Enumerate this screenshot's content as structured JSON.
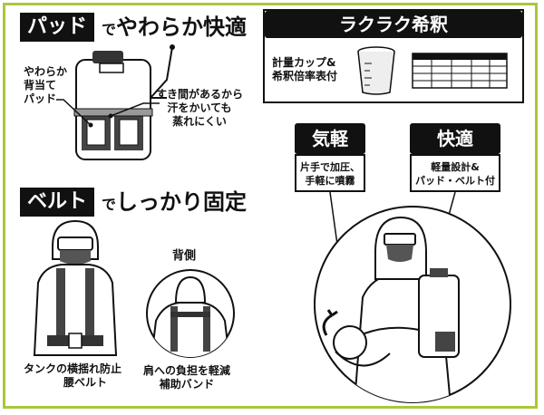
{
  "pad_section": {
    "tag": "パッド",
    "de": "で",
    "headline": "やわらか快適",
    "label_left": [
      "やわらか",
      "背当て",
      "パッド"
    ],
    "label_right": [
      "すき間があるから",
      "汗をかいても",
      "蒸れにくい"
    ]
  },
  "belt_section": {
    "tag": "ベルト",
    "de": "で",
    "headline": "しっかり固定",
    "back_label": "背側",
    "caption_left": [
      "タンクの横揺れ防止",
      "腰ベルト"
    ],
    "caption_right": [
      "肩への負担を軽減",
      "補助バンド"
    ]
  },
  "dilution": {
    "title": "ラクラク希釈",
    "label_lines": [
      "計量カップ&",
      "希釈倍率表付"
    ]
  },
  "features": [
    {
      "title": "気軽",
      "lines": [
        "片手で加圧、",
        "手軽に噴霧"
      ]
    },
    {
      "title": "快適",
      "lines": [
        "軽量設計&",
        "パッド・ベルト付"
      ]
    }
  ],
  "colors": {
    "frame": "#a9c83a",
    "ink": "#111111",
    "gray": "#c9c9c9"
  }
}
